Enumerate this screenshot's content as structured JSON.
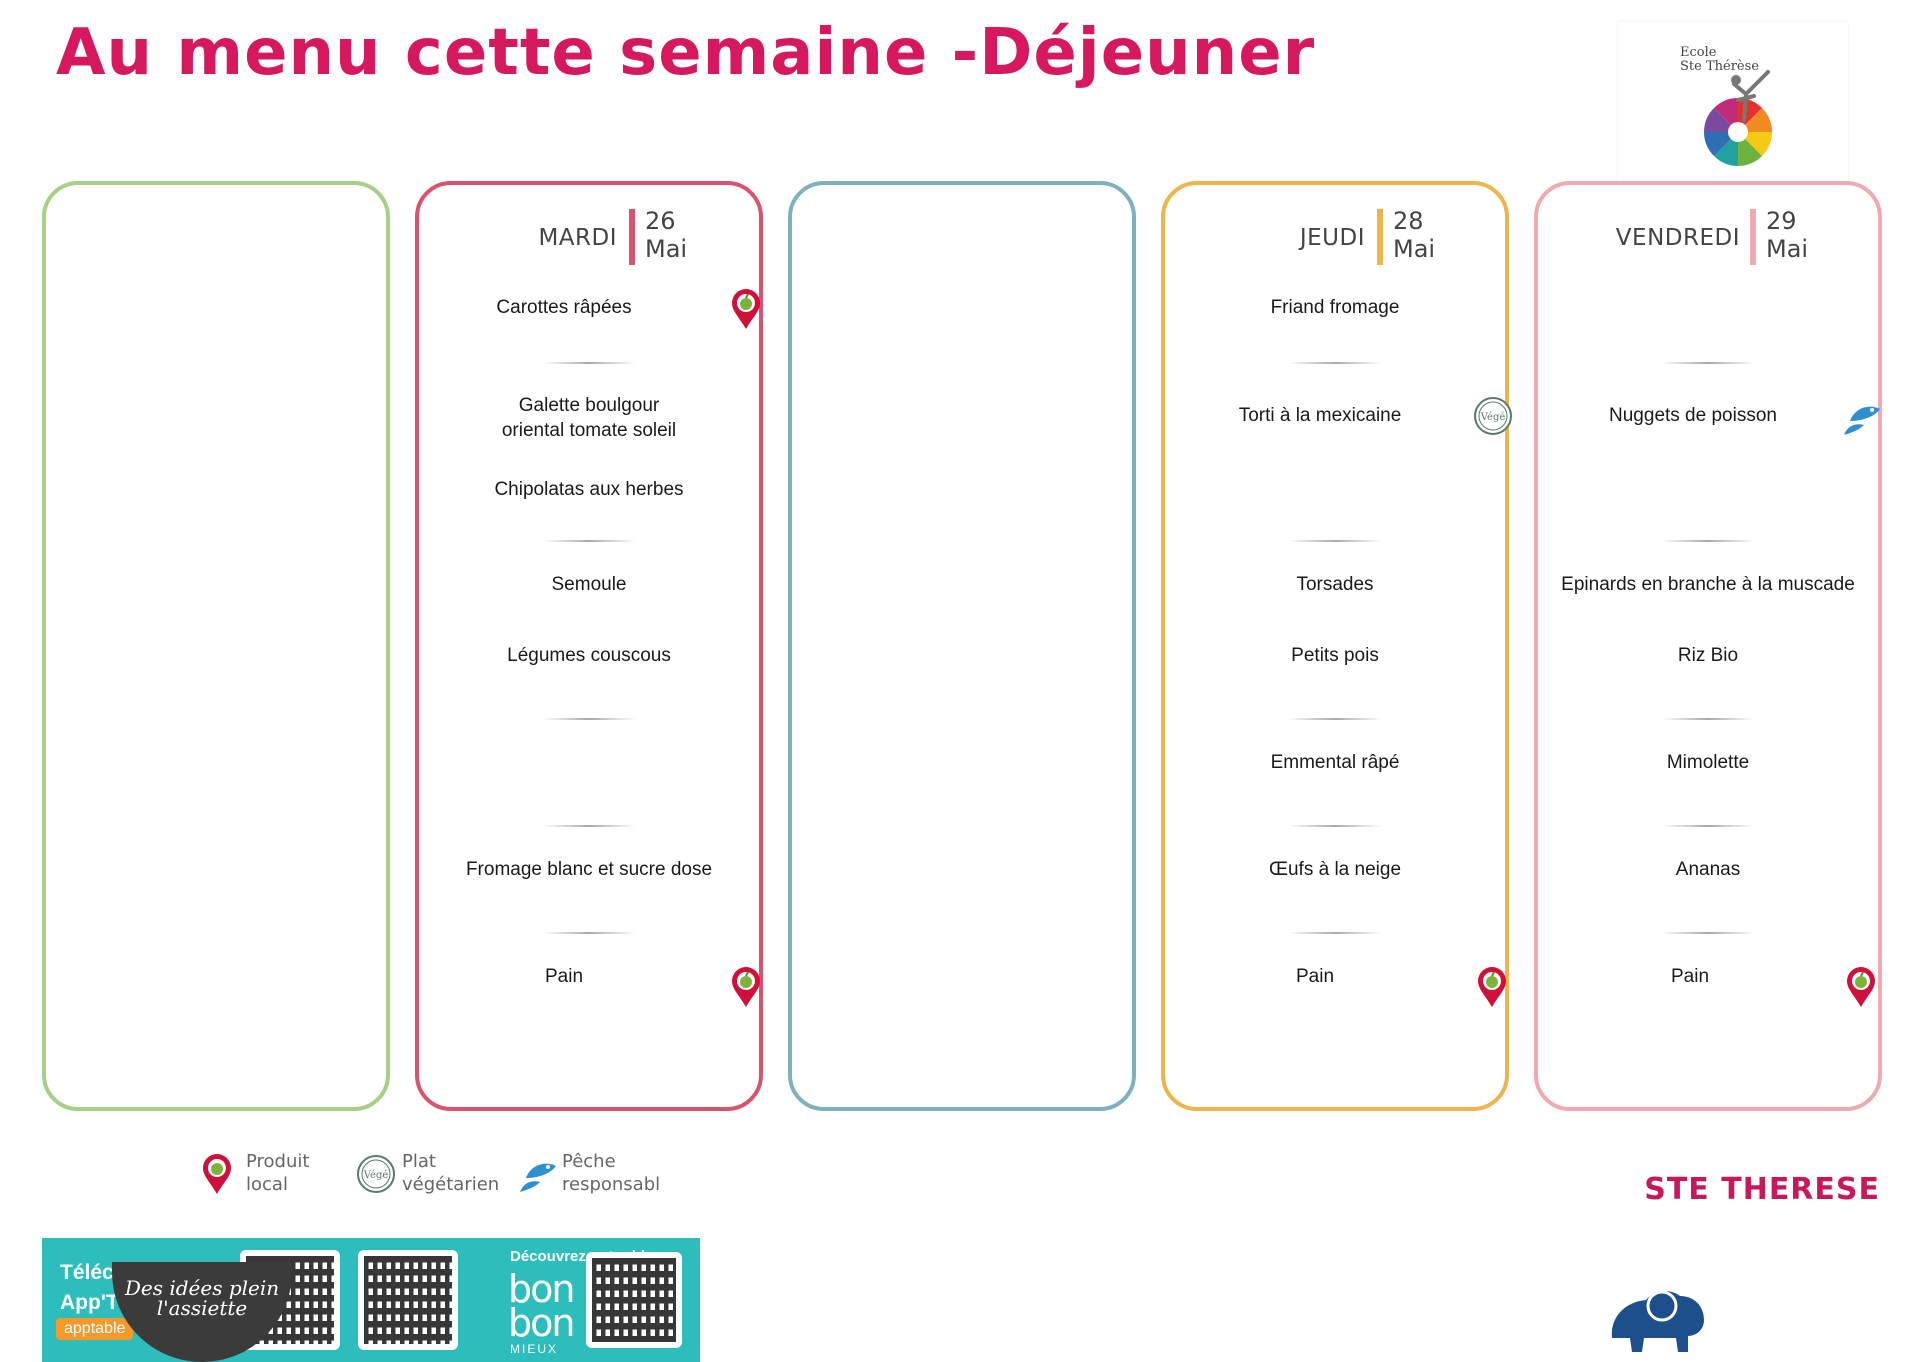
{
  "title": "Au menu cette semaine -Déjeuner",
  "school_logo": {
    "line1": "Ecole",
    "line2": "Ste Thérèse"
  },
  "colors": {
    "title": "#d6185f",
    "monday": "#a8cf86",
    "tuesday": "#d9536f",
    "wednesday": "#7fb0c0",
    "thursday": "#efb54d",
    "friday": "#eeaab0",
    "pin": "#d0103a",
    "fish": "#2f8fd0",
    "banner": "#2ebdbd"
  },
  "days": {
    "tuesday": {
      "name": "MARDI",
      "num": "26",
      "month": "Mai",
      "items": {
        "carottes": "Carottes râpées",
        "galette_l1": "Galette boulgour",
        "galette_l2": "oriental tomate soleil",
        "chipolatas": "Chipolatas aux herbes",
        "semoule": "Semoule",
        "legumes": "Légumes couscous",
        "fromage": "Fromage blanc et sucre dose",
        "pain": "Pain"
      }
    },
    "thursday": {
      "name": "JEUDI",
      "num": "28",
      "month": "Mai",
      "items": {
        "friand": "Friand fromage",
        "torti": "Torti à la mexicaine",
        "torsades": "Torsades",
        "petits_pois": "Petits pois",
        "emmental": "Emmental râpé",
        "oeufs": "Œufs à la neige",
        "pain": "Pain"
      }
    },
    "friday": {
      "name": "VENDREDI",
      "num": "29",
      "month": "Mai",
      "items": {
        "nuggets": "Nuggets de poisson",
        "epinards": "Epinards en branche à la muscade",
        "riz": "Riz Bio",
        "mimolette": "Mimolette",
        "ananas": "Ananas",
        "pain": "Pain"
      }
    }
  },
  "badges": {
    "local": "pin-apple-icon",
    "vegetarian": "vege-stamp-icon",
    "fish": "fish-icon",
    "vege_text": "Végé"
  },
  "legend": {
    "local": "Produit\nlocal",
    "vegetarian": "Plat\nvégétarien",
    "fish": "Pêche\nresponsabl"
  },
  "banner": {
    "text_l1": "Téléc",
    "text_l2": "App'T",
    "tag": "apptable",
    "bowl_text": "Des idées plein l'assiette",
    "blog_title": "Découvrez notre blog",
    "blog_logo_l1": "bon",
    "blog_logo_l2": "bon",
    "blog_sub": "MIEUX"
  },
  "school_name": "STE THERESE"
}
